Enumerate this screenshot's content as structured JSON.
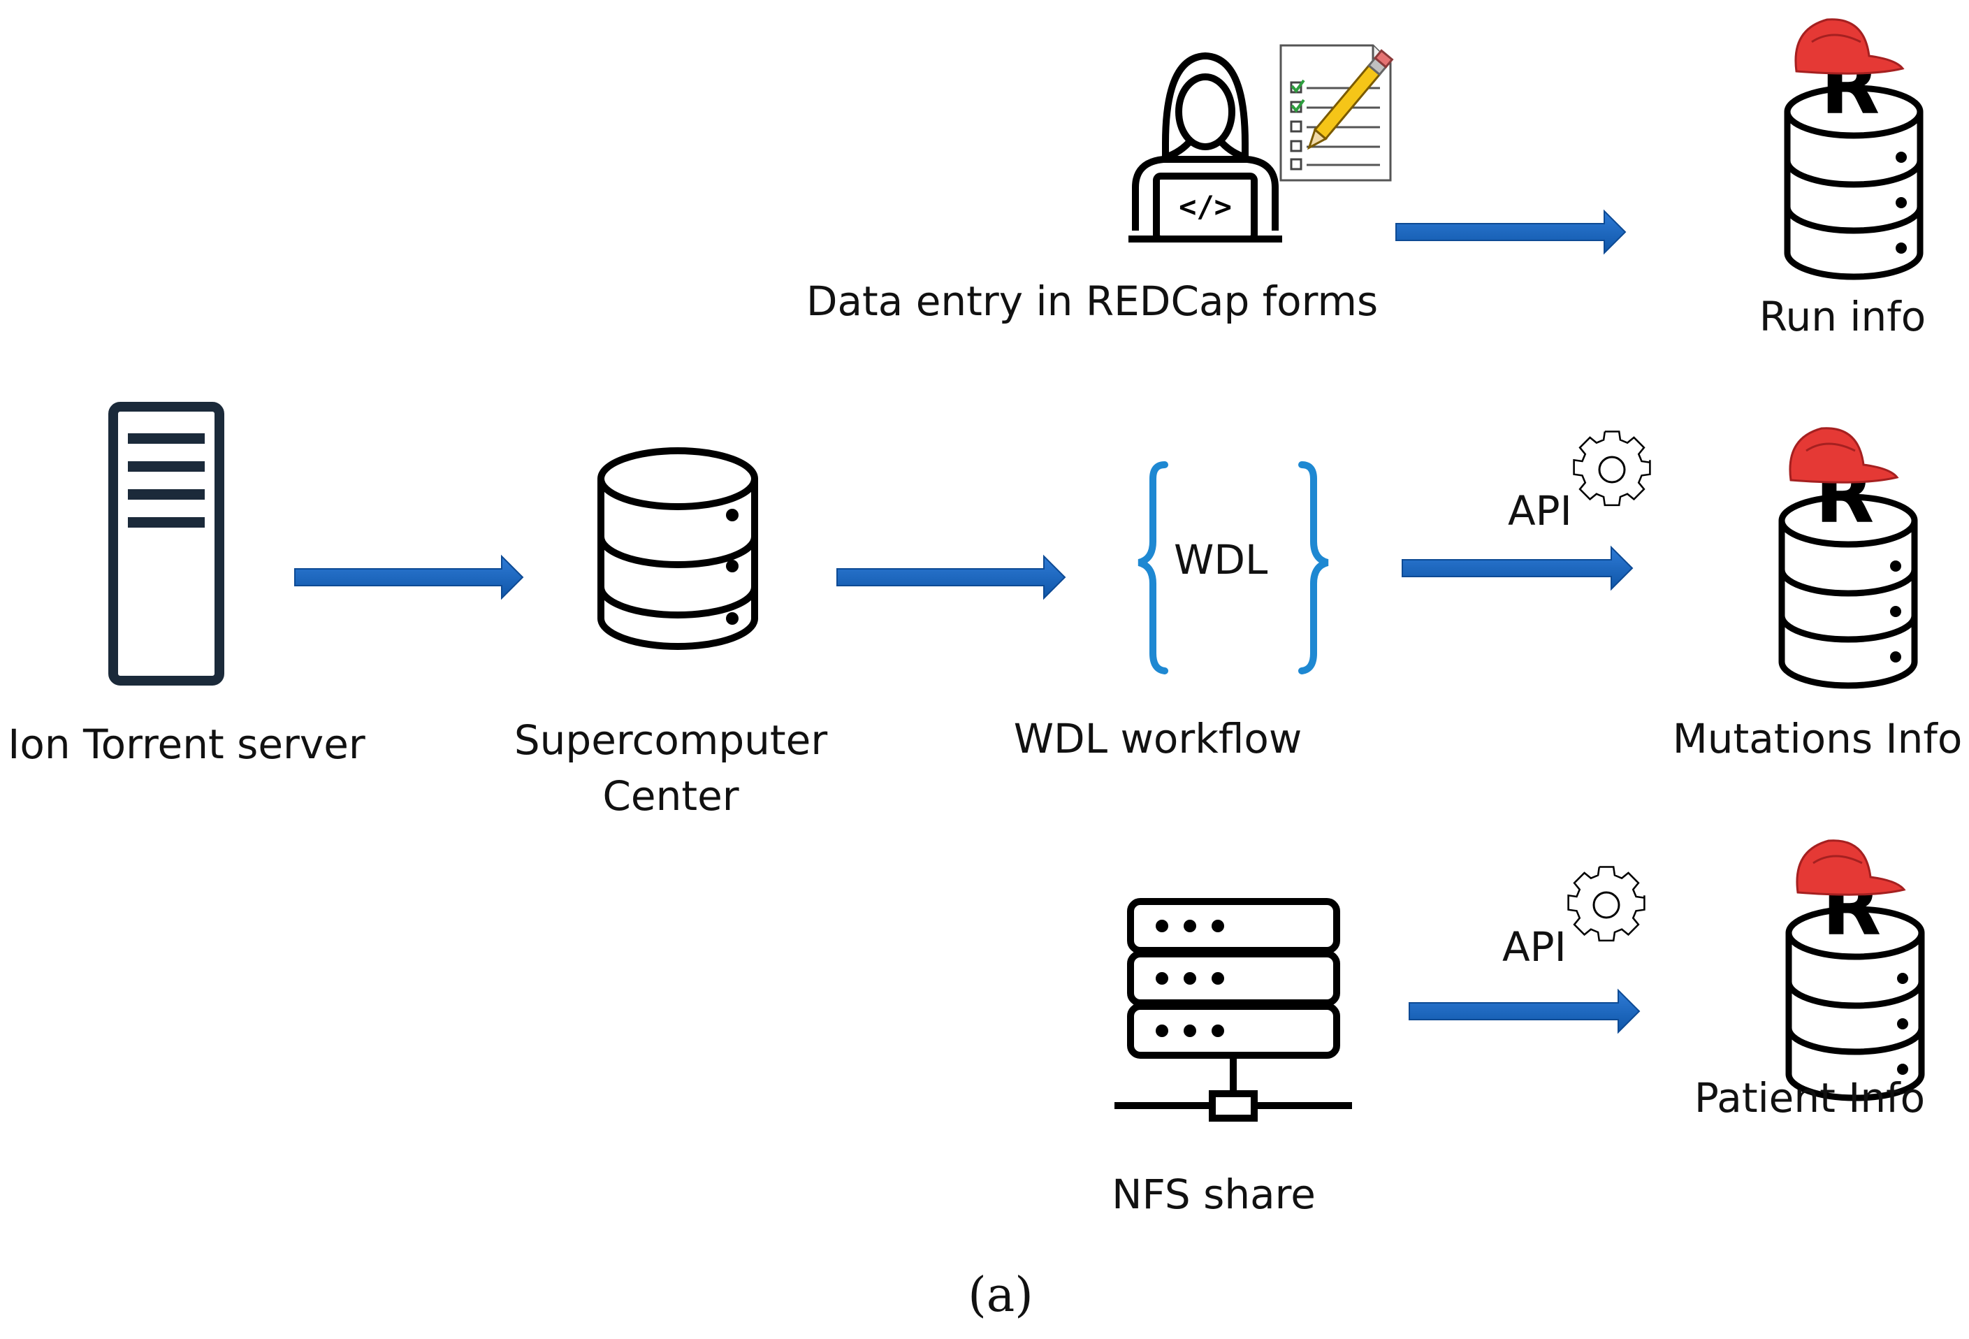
{
  "nodes": {
    "ion_torrent": "Ion Torrent server",
    "supercomputer_line1": "Supercomputer",
    "supercomputer_line2": "Center",
    "wdl_workflow": "WDL workflow",
    "wdl_brace_text": "WDL",
    "data_entry": "Data entry in REDCap forms",
    "run_info": "Run info",
    "mutations_info": "Mutations Info",
    "nfs_share": "NFS share",
    "patient_info": "Patient Info"
  },
  "edges": {
    "api_mutations": "API",
    "api_patient": "API"
  },
  "caption": "(a)",
  "colors": {
    "arrow": "#1565C0",
    "brace": "#1E88D2",
    "icon": "#000000",
    "server_rack": "#1B2A3A",
    "cap": "#E53935"
  }
}
